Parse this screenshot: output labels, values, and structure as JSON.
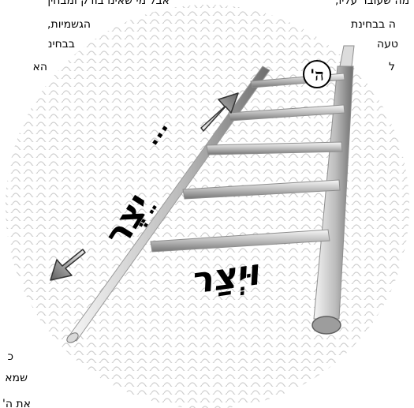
{
  "page": {
    "text_fragments": {
      "top_left_1": "אבל מי שאינו בודק ומבחין",
      "top_left_2": "הגשמיות,",
      "top_left_3": "בבחינ",
      "top_left_4": "הא",
      "top_right_1": "מה שעובר עליו,",
      "top_right_2": "ה בבחינת",
      "top_right_3": "טעה",
      "top_right_4": "ל",
      "bottom_left_1": "כ",
      "bottom_left_2": "שמא",
      "bottom_left_3": "את ה'"
    }
  },
  "illustration": {
    "label_badge": "ה'",
    "dots": "...",
    "handwritten_upper": "יֵצֶר",
    "handwritten_lower": "וּיְצַר",
    "colors": {
      "background": "#ffffff",
      "circle_pattern": "#cfcfcf",
      "ink": "#000000",
      "ladder_light": "#f2f2f2",
      "ladder_dark": "#707070"
    },
    "icons": {
      "upper_arrow": "arrow-up-right-icon",
      "lower_arrow": "arrow-down-left-icon"
    }
  }
}
